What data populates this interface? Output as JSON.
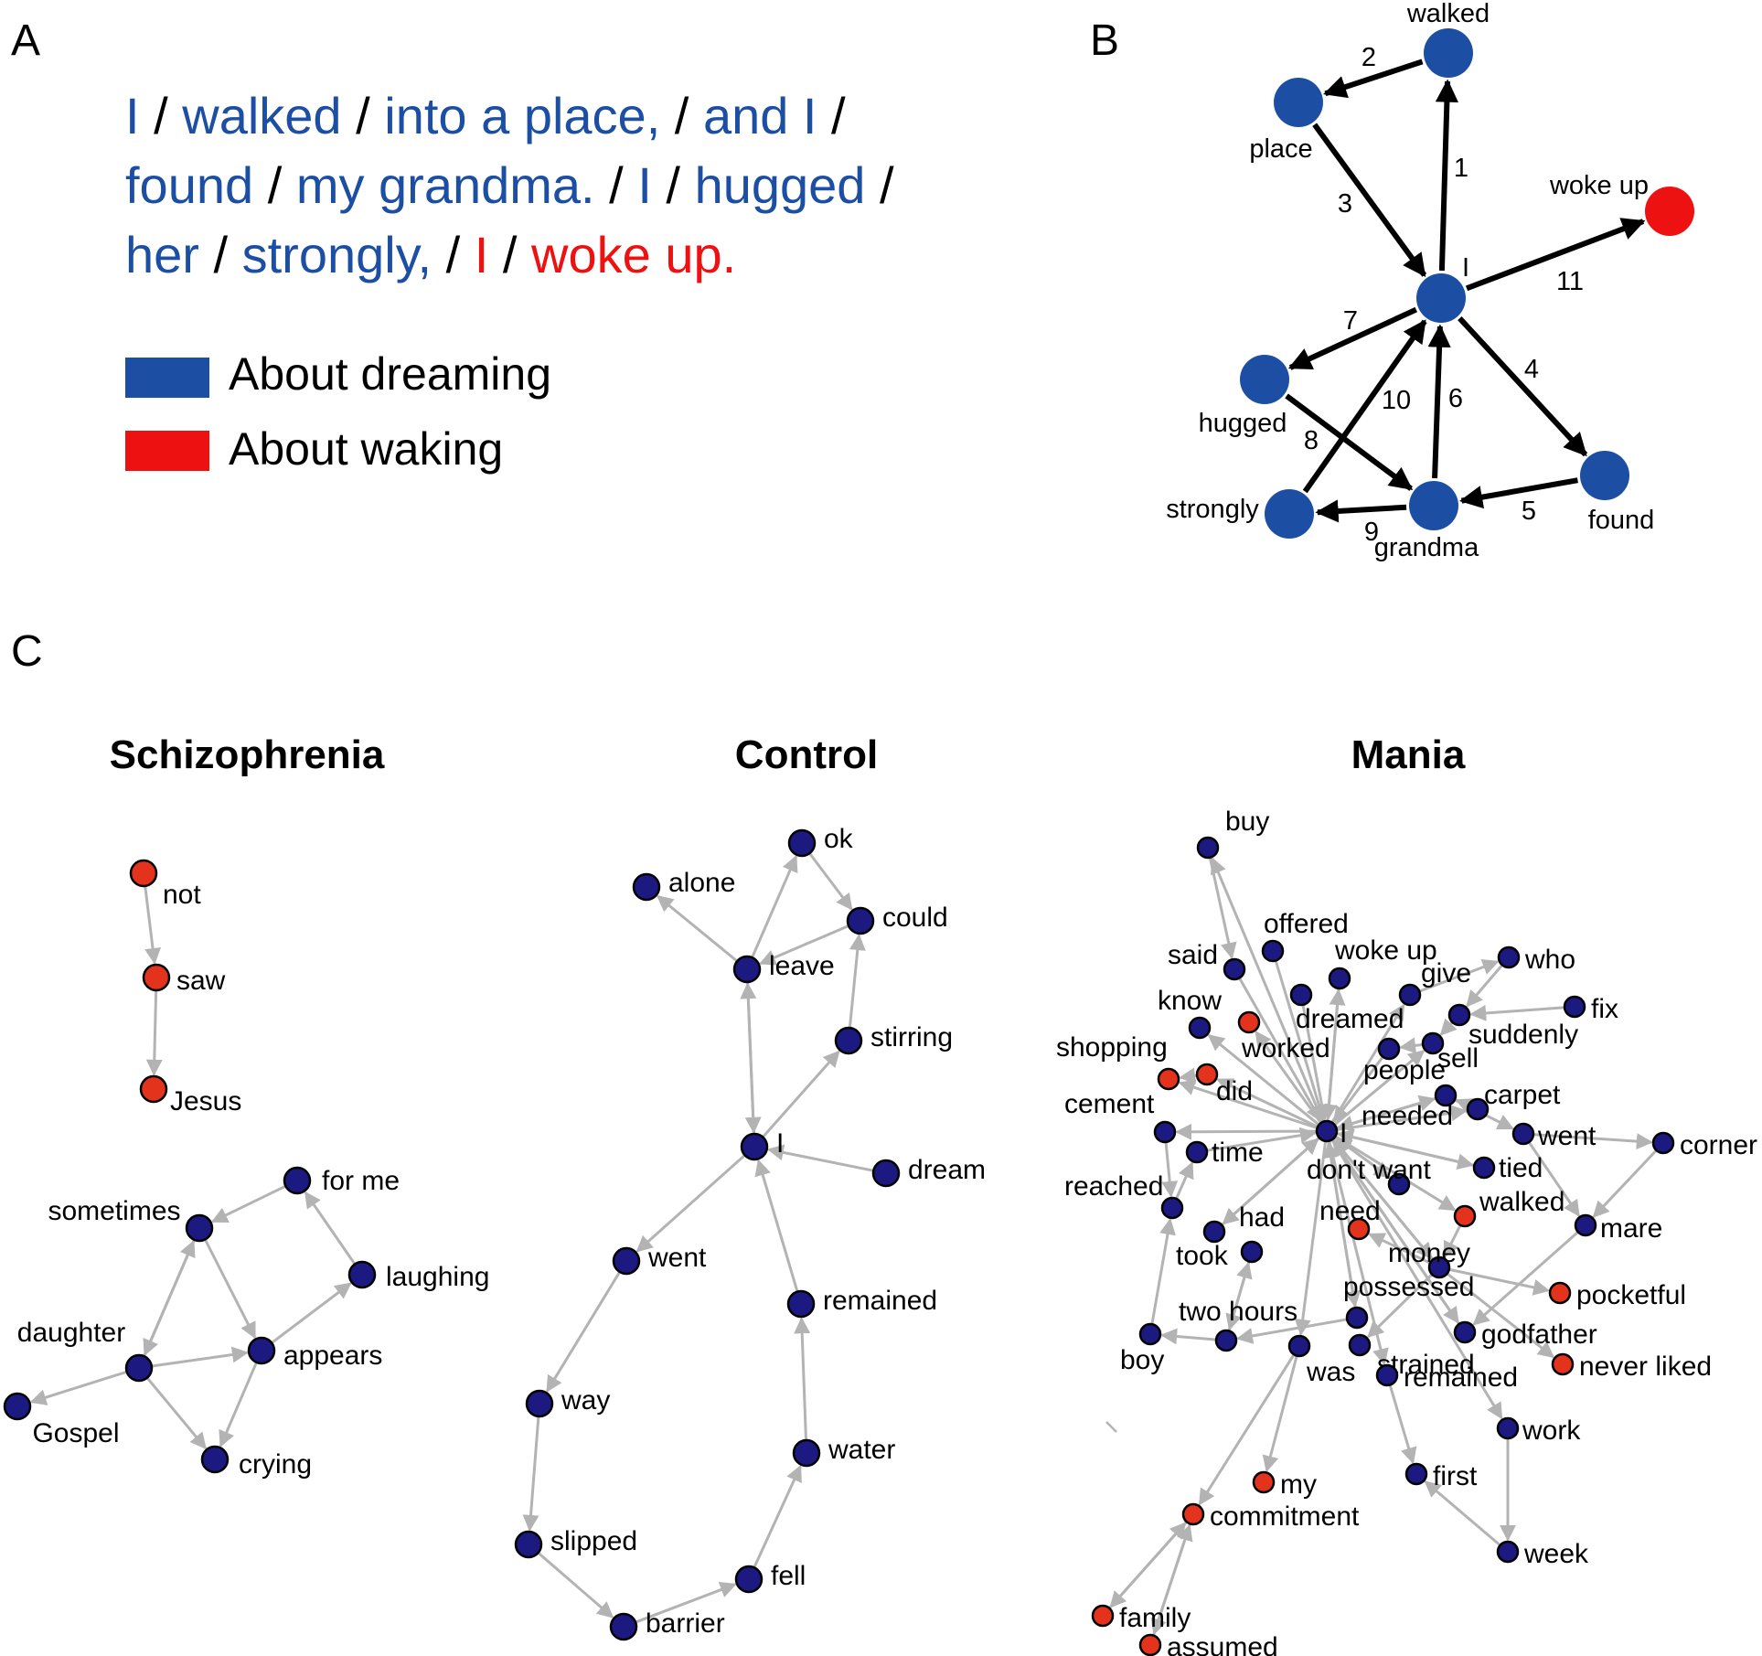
{
  "colors": {
    "dream": "#1c4fa3",
    "wake": "#ee1111",
    "node_dark": "#1c1a80",
    "node_red": "#e4331c",
    "edge_grey": "#b3b3b3",
    "edge_black": "#000000"
  },
  "panel_a": {
    "label": "A",
    "sentence_lines": [
      [
        {
          "t": "I",
          "c": "dream"
        },
        {
          "t": " / ",
          "c": "sep"
        },
        {
          "t": "walked",
          "c": "dream"
        },
        {
          "t": " / ",
          "c": "sep"
        },
        {
          "t": "into a place,",
          "c": "dream"
        },
        {
          "t": " / ",
          "c": "sep"
        },
        {
          "t": "and I",
          "c": "dream"
        },
        {
          "t": " /",
          "c": "sep"
        }
      ],
      [
        {
          "t": "found",
          "c": "dream"
        },
        {
          "t": " / ",
          "c": "sep"
        },
        {
          "t": "my grandma.",
          "c": "dream"
        },
        {
          "t": " / ",
          "c": "sep"
        },
        {
          "t": "I",
          "c": "dream"
        },
        {
          "t": " / ",
          "c": "sep"
        },
        {
          "t": "hugged",
          "c": "dream"
        },
        {
          "t": " /",
          "c": "sep"
        }
      ],
      [
        {
          "t": "her",
          "c": "dream"
        },
        {
          "t": " / ",
          "c": "sep"
        },
        {
          "t": "strongly,",
          "c": "dream"
        },
        {
          "t": " / ",
          "c": "sep"
        },
        {
          "t": "I",
          "c": "wake"
        },
        {
          "t": " / ",
          "c": "sep"
        },
        {
          "t": "woke up.",
          "c": "wake"
        }
      ]
    ],
    "legend": [
      {
        "label": "About dreaming",
        "c": "dream"
      },
      {
        "label": "About waking",
        "c": "wake"
      }
    ]
  },
  "panel_b": {
    "label": "B",
    "nodes": [
      {
        "label": "walked",
        "c": "dream"
      },
      {
        "label": "place",
        "c": "dream"
      },
      {
        "label": "I",
        "c": "dream"
      },
      {
        "label": "woke up",
        "c": "wake"
      },
      {
        "label": "hugged",
        "c": "dream"
      },
      {
        "label": "found",
        "c": "dream"
      },
      {
        "label": "grandma",
        "c": "dream"
      },
      {
        "label": "strongly",
        "c": "dream"
      }
    ],
    "edges": [
      {
        "from": "I",
        "to": "walked",
        "label": "1"
      },
      {
        "from": "walked",
        "to": "place",
        "label": "2"
      },
      {
        "from": "place",
        "to": "I",
        "label": "3"
      },
      {
        "from": "I",
        "to": "found",
        "label": "4"
      },
      {
        "from": "found",
        "to": "grandma",
        "label": "5"
      },
      {
        "from": "grandma",
        "to": "I",
        "label": "6"
      },
      {
        "from": "I",
        "to": "hugged",
        "label": "7"
      },
      {
        "from": "hugged",
        "to": "grandma",
        "label": "8"
      },
      {
        "from": "grandma",
        "to": "strongly",
        "label": "9"
      },
      {
        "from": "strongly",
        "to": "I",
        "label": "10"
      },
      {
        "from": "I",
        "to": "woke up",
        "label": "11"
      }
    ]
  },
  "panel_c": {
    "label": "C",
    "graphs": [
      {
        "title": "Schizophrenia",
        "nodes": [
          {
            "label": "not",
            "c": "red"
          },
          {
            "label": "saw",
            "c": "red"
          },
          {
            "label": "Jesus",
            "c": "red"
          },
          {
            "label": "for me",
            "c": "dark"
          },
          {
            "label": "sometimes",
            "c": "dark"
          },
          {
            "label": "laughing",
            "c": "dark"
          },
          {
            "label": "daughter",
            "c": "dark"
          },
          {
            "label": "appears",
            "c": "dark"
          },
          {
            "label": "Gospel",
            "c": "dark"
          },
          {
            "label": "crying",
            "c": "dark"
          }
        ],
        "edges": [
          [
            "not",
            "saw"
          ],
          [
            "saw",
            "Jesus"
          ],
          [
            "for me",
            "sometimes"
          ],
          [
            "sometimes",
            "daughter"
          ],
          [
            "sometimes",
            "appears"
          ],
          [
            "daughter",
            "sometimes"
          ],
          [
            "daughter",
            "appears"
          ],
          [
            "daughter",
            "Gospel"
          ],
          [
            "daughter",
            "crying"
          ],
          [
            "appears",
            "laughing"
          ],
          [
            "appears",
            "crying"
          ],
          [
            "laughing",
            "for me"
          ]
        ]
      },
      {
        "title": "Control",
        "nodes": [
          {
            "label": "ok",
            "c": "dark"
          },
          {
            "label": "alone",
            "c": "dark"
          },
          {
            "label": "could",
            "c": "dark"
          },
          {
            "label": "leave",
            "c": "dark"
          },
          {
            "label": "stirring",
            "c": "dark"
          },
          {
            "label": "I",
            "c": "dark"
          },
          {
            "label": "dream",
            "c": "dark"
          },
          {
            "label": "went",
            "c": "dark"
          },
          {
            "label": "remained",
            "c": "dark"
          },
          {
            "label": "way",
            "c": "dark"
          },
          {
            "label": "water",
            "c": "dark"
          },
          {
            "label": "slipped",
            "c": "dark"
          },
          {
            "label": "fell",
            "c": "dark"
          },
          {
            "label": "barrier",
            "c": "dark"
          }
        ],
        "edges": [
          [
            "I",
            "leave"
          ],
          [
            "leave",
            "I"
          ],
          [
            "leave",
            "ok"
          ],
          [
            "leave",
            "alone"
          ],
          [
            "ok",
            "could"
          ],
          [
            "could",
            "leave"
          ],
          [
            "stirring",
            "could"
          ],
          [
            "I",
            "stirring"
          ],
          [
            "dream",
            "I"
          ],
          [
            "I",
            "went"
          ],
          [
            "went",
            "way"
          ],
          [
            "way",
            "slipped"
          ],
          [
            "slipped",
            "barrier"
          ],
          [
            "barrier",
            "fell"
          ],
          [
            "fell",
            "water"
          ],
          [
            "water",
            "remained"
          ],
          [
            "remained",
            "I"
          ]
        ]
      },
      {
        "title": "Mania",
        "nodes": [
          {
            "label": "buy",
            "c": "dark"
          },
          {
            "label": "offered",
            "c": "dark"
          },
          {
            "label": "said",
            "c": "dark"
          },
          {
            "label": "woke up",
            "c": "dark"
          },
          {
            "label": "who",
            "c": "dark"
          },
          {
            "label": "give",
            "c": "dark"
          },
          {
            "label": "know",
            "c": "dark"
          },
          {
            "label": "dreamed",
            "c": "dark"
          },
          {
            "label": "fix",
            "c": "dark"
          },
          {
            "label": "worked",
            "c": "red"
          },
          {
            "label": "suddenly",
            "c": "dark"
          },
          {
            "label": "shopping",
            "c": "red"
          },
          {
            "label": "sell",
            "c": "dark"
          },
          {
            "label": "did",
            "c": "red"
          },
          {
            "label": "people",
            "c": "dark"
          },
          {
            "label": "carpet",
            "c": "dark"
          },
          {
            "label": "cement",
            "c": "dark"
          },
          {
            "label": "needed",
            "c": "dark"
          },
          {
            "label": "I",
            "c": "dark"
          },
          {
            "label": "went",
            "c": "dark"
          },
          {
            "label": "corner",
            "c": "dark"
          },
          {
            "label": "time",
            "c": "dark"
          },
          {
            "label": "tied",
            "c": "dark"
          },
          {
            "label": "don't want",
            "c": "dark"
          },
          {
            "label": "reached",
            "c": "dark"
          },
          {
            "label": "walked",
            "c": "red"
          },
          {
            "label": "need",
            "c": "red"
          },
          {
            "label": "mare",
            "c": "dark"
          },
          {
            "label": "had",
            "c": "dark"
          },
          {
            "label": "money",
            "c": "dark"
          },
          {
            "label": "took",
            "c": "dark"
          },
          {
            "label": "pocketful",
            "c": "red"
          },
          {
            "label": "possessed",
            "c": "dark"
          },
          {
            "label": "two hours",
            "c": "dark"
          },
          {
            "label": "godfather",
            "c": "dark"
          },
          {
            "label": "strained",
            "c": "dark"
          },
          {
            "label": "boy",
            "c": "dark"
          },
          {
            "label": "never liked",
            "c": "red"
          },
          {
            "label": "was",
            "c": "dark"
          },
          {
            "label": "remained",
            "c": "dark"
          },
          {
            "label": "work",
            "c": "dark"
          },
          {
            "label": "my",
            "c": "red"
          },
          {
            "label": "first",
            "c": "dark"
          },
          {
            "label": "commitment",
            "c": "red"
          },
          {
            "label": "week",
            "c": "dark"
          },
          {
            "label": "family",
            "c": "red"
          },
          {
            "label": "assumed",
            "c": "red"
          }
        ],
        "edges": [
          [
            "I",
            "buy"
          ],
          [
            "buy",
            "said"
          ],
          [
            "said",
            "I"
          ],
          [
            "offered",
            "I"
          ],
          [
            "woke up",
            "I"
          ],
          [
            "dreamed",
            "I"
          ],
          [
            "I",
            "know"
          ],
          [
            "I",
            "worked"
          ],
          [
            "I",
            "shopping"
          ],
          [
            "did",
            "shopping"
          ],
          [
            "I",
            "did"
          ],
          [
            "I",
            "give"
          ],
          [
            "give",
            "who"
          ],
          [
            "who",
            "suddenly"
          ],
          [
            "fix",
            "suddenly"
          ],
          [
            "suddenly",
            "sell"
          ],
          [
            "sell",
            "people"
          ],
          [
            "people",
            "I"
          ],
          [
            "I",
            "sell"
          ],
          [
            "I",
            "carpet"
          ],
          [
            "carpet",
            "I"
          ],
          [
            "needed",
            "carpet"
          ],
          [
            "carpet",
            "went"
          ],
          [
            "went",
            "corner"
          ],
          [
            "corner",
            "mare"
          ],
          [
            "went",
            "mare"
          ],
          [
            "mare",
            "godfather"
          ],
          [
            "tied",
            "I"
          ],
          [
            "I",
            "cement"
          ],
          [
            "cement",
            "reached"
          ],
          [
            "reached",
            "time"
          ],
          [
            "time",
            "I"
          ],
          [
            "I",
            "don't want"
          ],
          [
            "don't want",
            "I"
          ],
          [
            "I",
            "money"
          ],
          [
            "money",
            "need"
          ],
          [
            "walked",
            "money"
          ],
          [
            "money",
            "pocketful"
          ],
          [
            "money",
            "never liked"
          ],
          [
            "money",
            "strained"
          ],
          [
            "possessed",
            "two hours"
          ],
          [
            "two hours",
            "boy"
          ],
          [
            "boy",
            "reached"
          ],
          [
            "had",
            "I"
          ],
          [
            "took",
            "two hours"
          ],
          [
            "two hours",
            "took"
          ],
          [
            "I",
            "possessed"
          ],
          [
            "possessed",
            "I"
          ],
          [
            "I",
            "was"
          ],
          [
            "was",
            "my"
          ],
          [
            "was",
            "commitment"
          ],
          [
            "commitment",
            "family"
          ],
          [
            "family",
            "commitment"
          ],
          [
            "assumed",
            "commitment"
          ],
          [
            "commitment",
            "assumed"
          ],
          [
            "I",
            "remained"
          ],
          [
            "remained",
            "first"
          ],
          [
            "week",
            "first"
          ],
          [
            "work",
            "week"
          ],
          [
            "I",
            "work"
          ],
          [
            "I",
            "godfather"
          ],
          [
            "godfather",
            "I"
          ],
          [
            "I",
            "walked"
          ],
          [
            "I",
            "needed"
          ],
          [
            "I",
            "tied"
          ],
          [
            "I",
            "woke up"
          ],
          [
            "I",
            "had"
          ],
          [
            "money",
            "I"
          ]
        ]
      }
    ]
  }
}
